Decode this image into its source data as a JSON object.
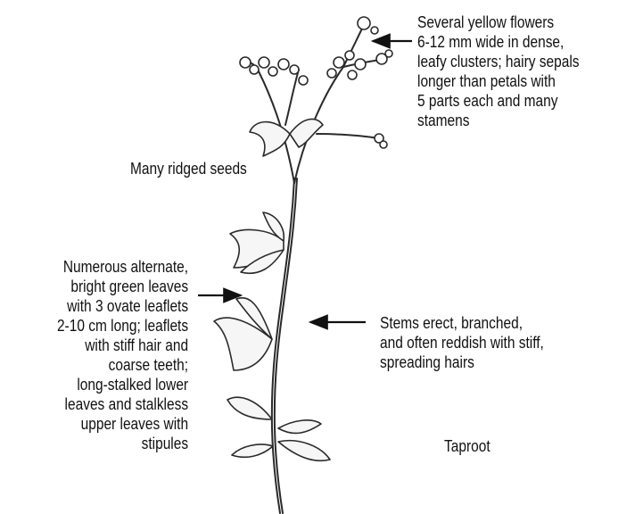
{
  "labels": {
    "flowers": [
      "Several yellow flowers",
      "6-12 mm wide in dense,",
      "leafy clusters; hairy sepals",
      "longer than petals with",
      "5 parts each and many",
      "stamens"
    ],
    "seeds": "Many ridged seeds",
    "leaves": [
      "Numerous alternate,",
      "bright green leaves",
      "with 3 ovate leaflets",
      "2-10 cm long; leaflets",
      "with stiff hair and",
      "coarse teeth;",
      "long-stalked lower",
      "leaves and stalkless",
      "upper leaves with",
      "stipules"
    ],
    "stems": [
      "Stems erect, branched,",
      "and often reddish with stiff,",
      "spreading hairs"
    ],
    "root": "Taproot"
  },
  "colors": {
    "ink": "#111111",
    "sketch": "#2a2a2a",
    "background": "#ffffff"
  },
  "illustration": "plant-sketch-icon"
}
